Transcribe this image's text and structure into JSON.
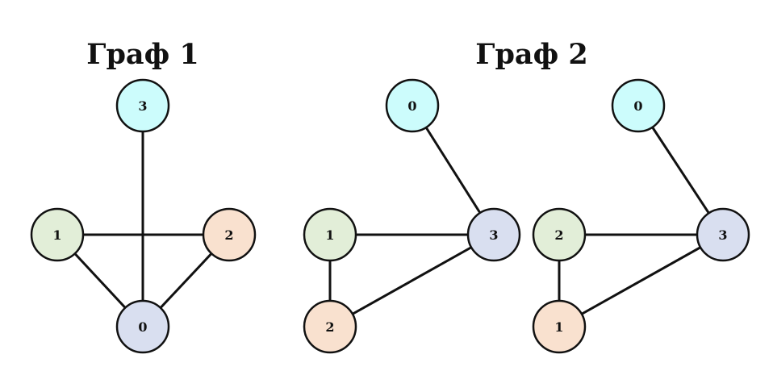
{
  "colors": {
    "cyan": "#ccfcfc",
    "green": "#e2eed8",
    "peach": "#f9e1cf",
    "lavender": "#d9dff0"
  },
  "graphs": [
    {
      "title": "Граф 1",
      "nodes": [
        {
          "label": "3",
          "color": "cyan"
        },
        {
          "label": "1",
          "color": "green"
        },
        {
          "label": "2",
          "color": "peach"
        },
        {
          "label": "0",
          "color": "lavender"
        }
      ],
      "edges": [
        [
          "3",
          "0"
        ],
        [
          "1",
          "2"
        ],
        [
          "1",
          "0"
        ],
        [
          "2",
          "0"
        ]
      ]
    },
    {
      "title": "Граф 2",
      "nodes": [
        {
          "label": "0",
          "color": "cyan"
        },
        {
          "label": "1",
          "color": "green"
        },
        {
          "label": "3",
          "color": "lavender"
        },
        {
          "label": "2",
          "color": "peach"
        }
      ],
      "edges": [
        [
          "0",
          "3"
        ],
        [
          "1",
          "3"
        ],
        [
          "1",
          "2"
        ],
        [
          "2",
          "3"
        ]
      ]
    },
    {
      "title": "",
      "nodes": [
        {
          "label": "0",
          "color": "cyan"
        },
        {
          "label": "2",
          "color": "green"
        },
        {
          "label": "3",
          "color": "lavender"
        },
        {
          "label": "1",
          "color": "peach"
        }
      ],
      "edges": [
        [
          "0",
          "3"
        ],
        [
          "2",
          "3"
        ],
        [
          "2",
          "1"
        ],
        [
          "1",
          "3"
        ]
      ]
    }
  ]
}
